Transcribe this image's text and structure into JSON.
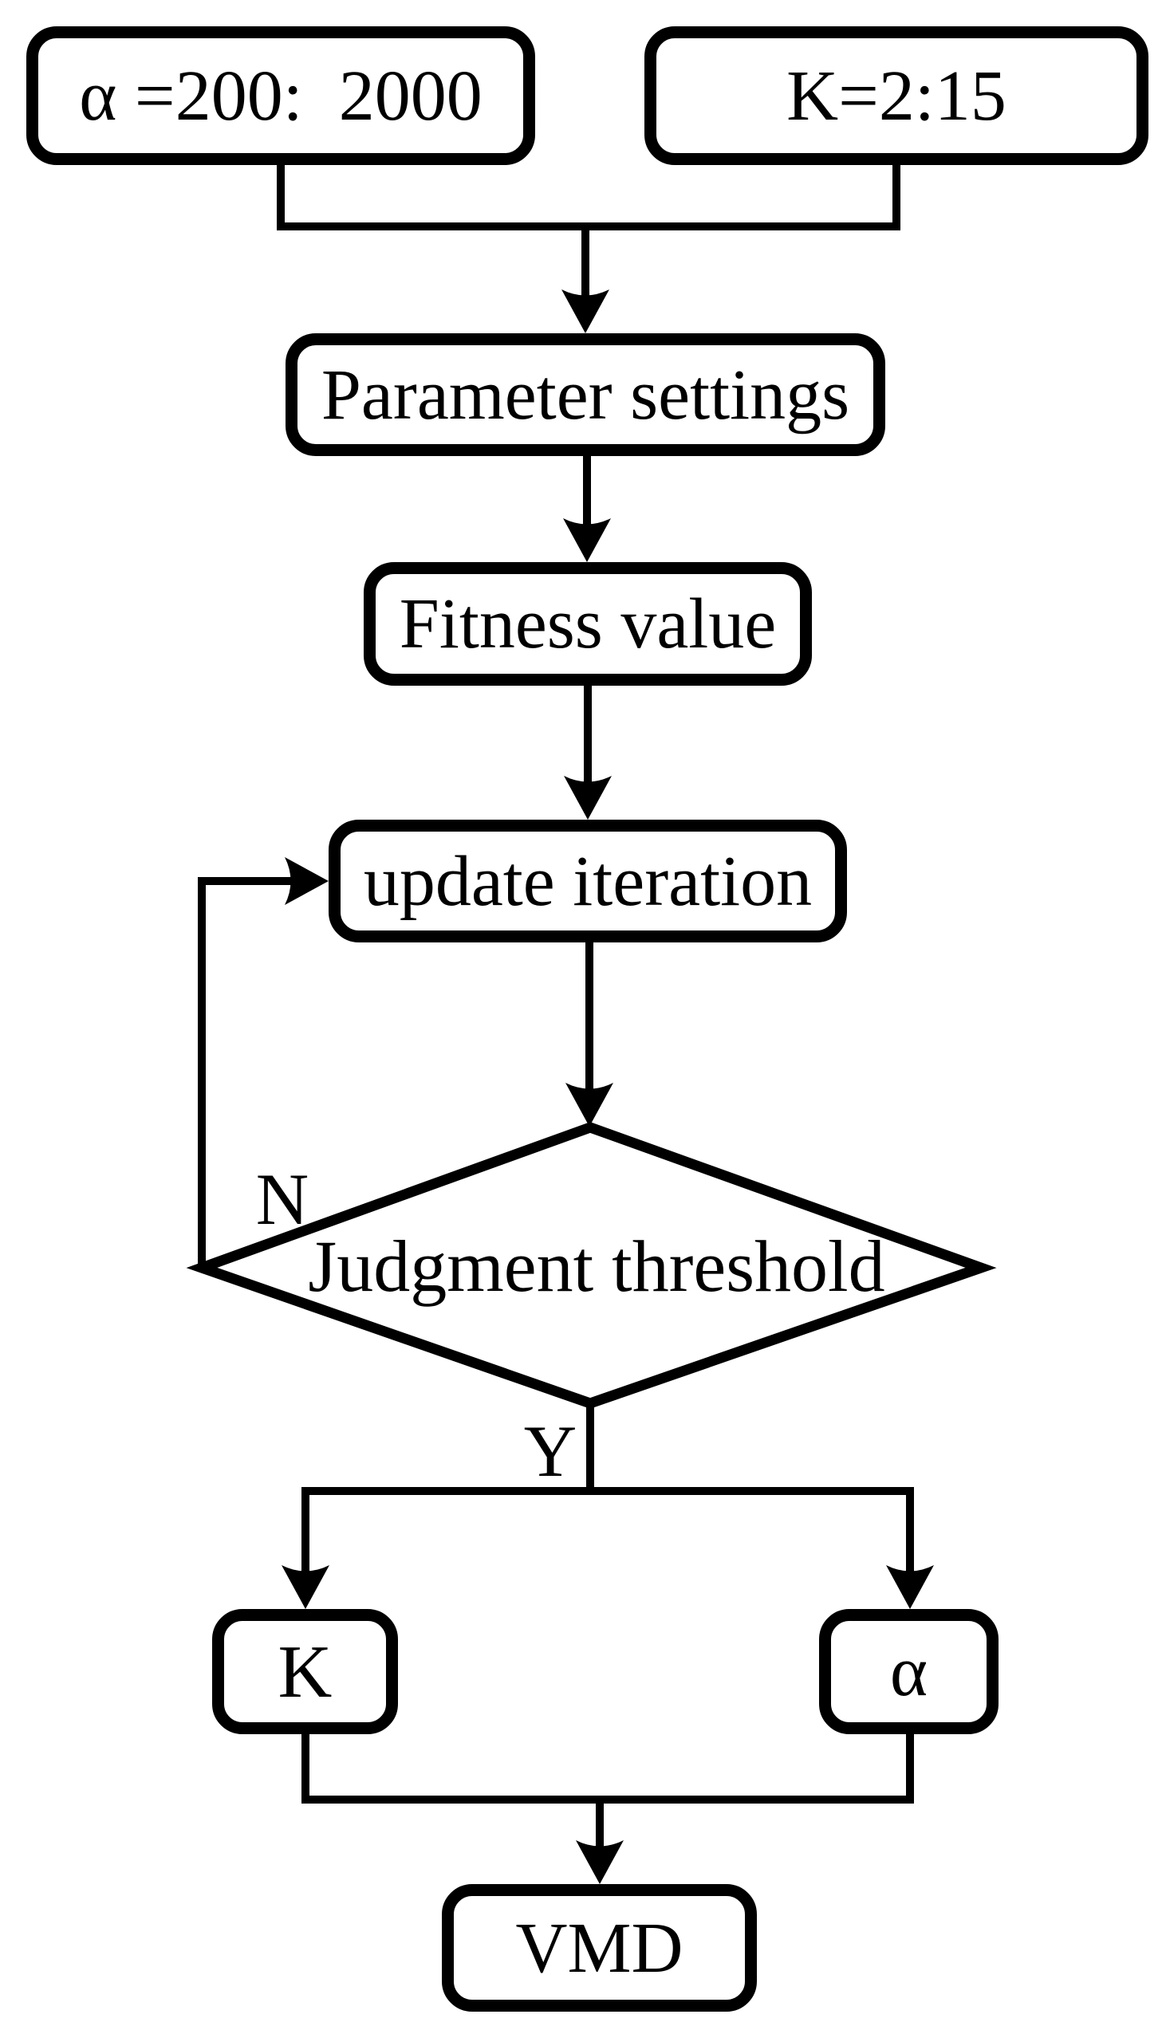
{
  "figure": {
    "type": "flowchart",
    "background_color": "#ffffff",
    "stroke_color": "#000000"
  },
  "nodes": {
    "alpha_range": {
      "label": "α =200:  2000"
    },
    "k_range": {
      "label": "K=2:15"
    },
    "parameter_settings": {
      "label": "Parameter settings"
    },
    "fitness_value": {
      "label": "Fitness value"
    },
    "update_iteration": {
      "label": "update iteration"
    },
    "judgment_threshold": {
      "label": "Judgment threshold"
    },
    "k_result": {
      "label": "K"
    },
    "alpha_result": {
      "label": "α"
    },
    "vmd": {
      "label": "VMD"
    }
  },
  "branch_labels": {
    "no": "N",
    "yes": "Y"
  }
}
